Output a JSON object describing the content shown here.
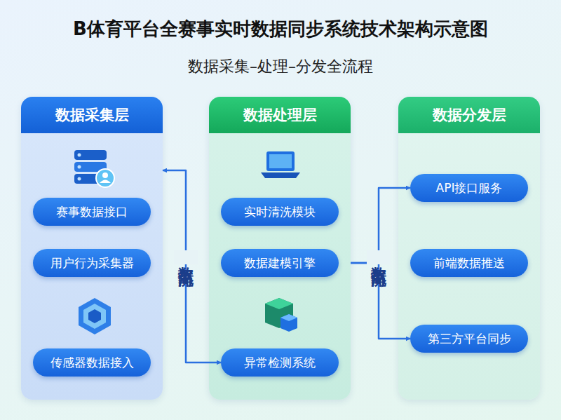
{
  "diagram": {
    "title": "B体育平台全赛事实时数据同步系统技术架构示意图",
    "nodes": [
      {
        "text": [
          "数据采集层"
        ]
      },
      {
        "text": [
          "赛事数据接口"
        ],
        "in": 0
      },
      {
        "text": [
          "用户行为采集器"
        ],
        "in": 0
      },
      {
        "text": [
          "传感器数据接入"
        ],
        "in": 0
      },
      {
        "text": [
          "数据处理层"
        ]
      },
      {
        "text": [
          "实时清洗模块"
        ],
        "in": 4
      },
      {
        "text": [
          "数据建模引擎"
        ],
        "in": 4
      },
      {
        "text": [
          "异常检测系统"
        ],
        "in": 4
      },
      {
        "text": [
          "数据分发层"
        ]
      },
      {
        "text": [
          "API接口服务"
        ],
        "in": 8
      },
      {
        "text": [
          "前端数据推送"
        ],
        "in": 8
      },
      {
        "text": [
          "第三方平台同步"
        ],
        "in": 8
      }
    ],
    "edges": [
      {
        "from": 0,
        "to": 7,
        "arrow": "both",
        "label": "数据流向"
      },
      {
        "from": 4,
        "to": 9,
        "arrow": "to",
        "label": "数据流向"
      },
      {
        "from": 4,
        "to": 11,
        "arrow": "to"
      }
    ],
    "labels": [
      "数据采集–处理–分发全流程"
    ]
  }
}
